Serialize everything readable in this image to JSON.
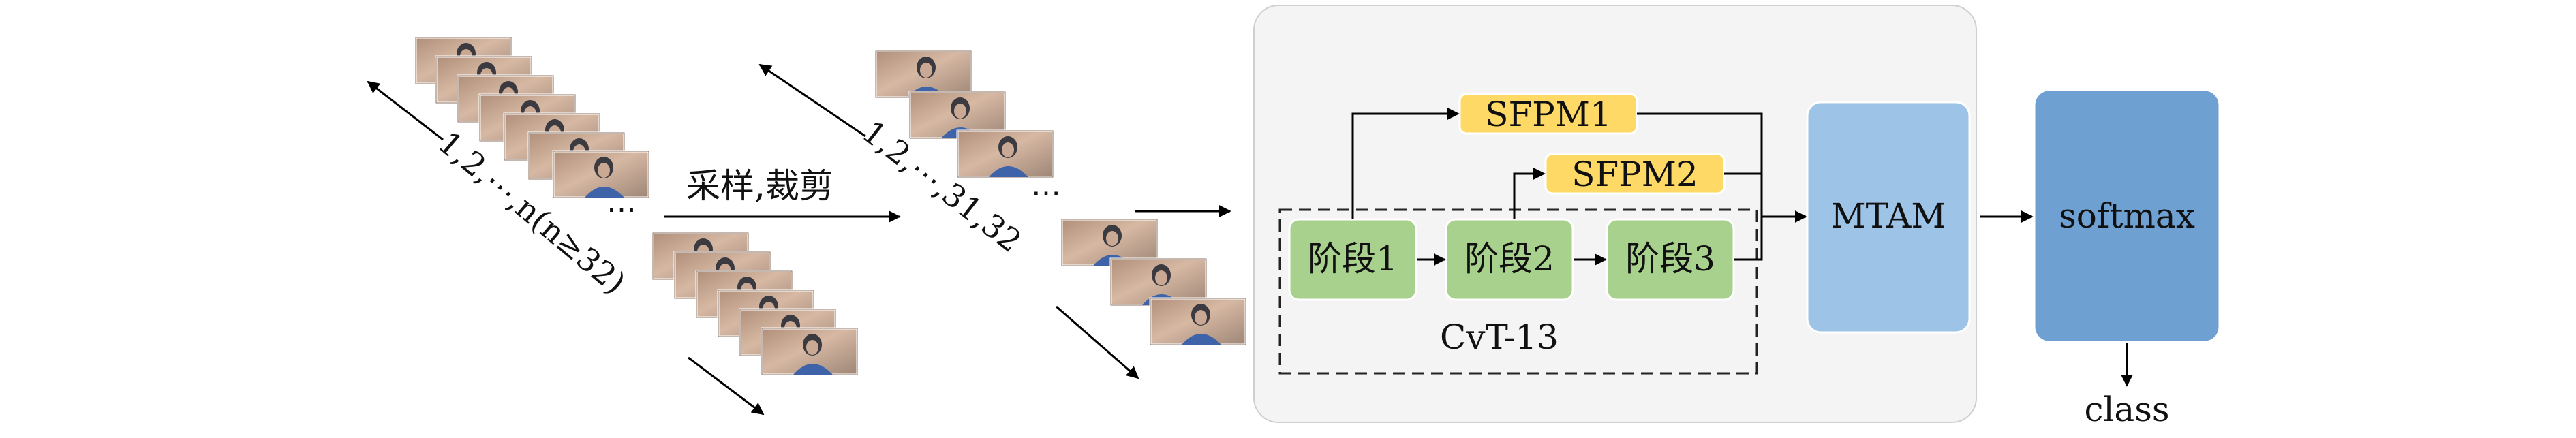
{
  "left_sequence": {
    "index_label": "1,2,⋯,n(n≥32)",
    "ellipsis": "⋯"
  },
  "sampling": {
    "label": "采样,裁剪"
  },
  "mid_sequence": {
    "index_label": "1,2,⋯,31,32",
    "ellipsis": "⋯"
  },
  "cvt": {
    "stage1": "阶段1",
    "stage2": "阶段2",
    "stage3": "阶段3",
    "label": "CvT-13"
  },
  "sfpm1": "SFPM1",
  "sfpm2": "SFPM2",
  "mtam": "MTAM",
  "softmax": "softmax",
  "output": "class",
  "colors": {
    "panel_bg": "#f4f4f4",
    "stage_green": "#a9d18e",
    "sfpm_yellow": "#ffd966",
    "mtam_blue": "#9dc3e6",
    "softmax_blue": "#6fa0d2"
  }
}
